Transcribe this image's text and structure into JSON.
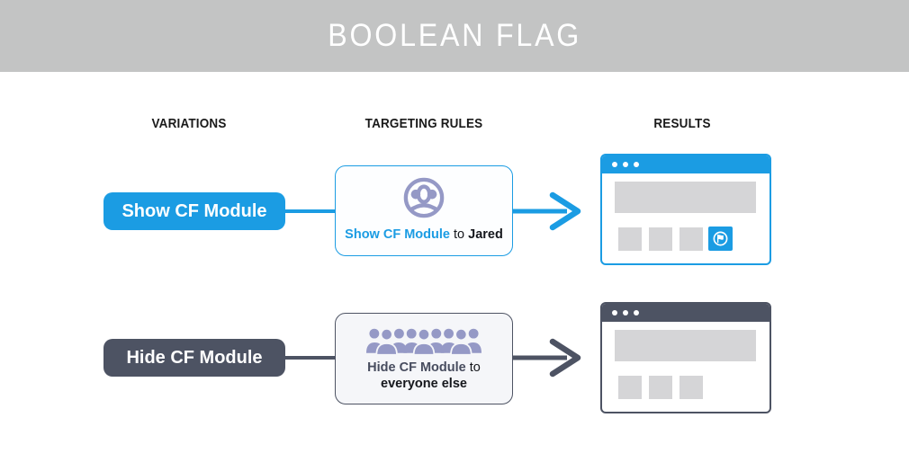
{
  "header": {
    "title": "BOOLEAN FLAG"
  },
  "columns": {
    "variations": "VARIATIONS",
    "targeting_rules": "TARGETING RULES",
    "results": "RESULTS"
  },
  "colors": {
    "header_bg": "#c3c4c4",
    "accent_blue": "#1b9ce3",
    "accent_dark": "#4d5363",
    "icon_purple": "#9599c6",
    "placeholder_gray": "#d5d5d7",
    "card_light_bg": "#f5f6f9"
  },
  "rows": [
    {
      "variation": "Show CF Module",
      "rule": {
        "icon": "user-circle-icon",
        "flag": "Show CF Module",
        "connector": "to",
        "target": "Jared"
      },
      "result": {
        "module_visible": true
      }
    },
    {
      "variation": "Hide CF Module",
      "rule": {
        "icon": "crowd-icon",
        "flag": "Hide CF Module",
        "connector": "to",
        "target": "everyone else"
      },
      "result": {
        "module_visible": false
      }
    }
  ]
}
